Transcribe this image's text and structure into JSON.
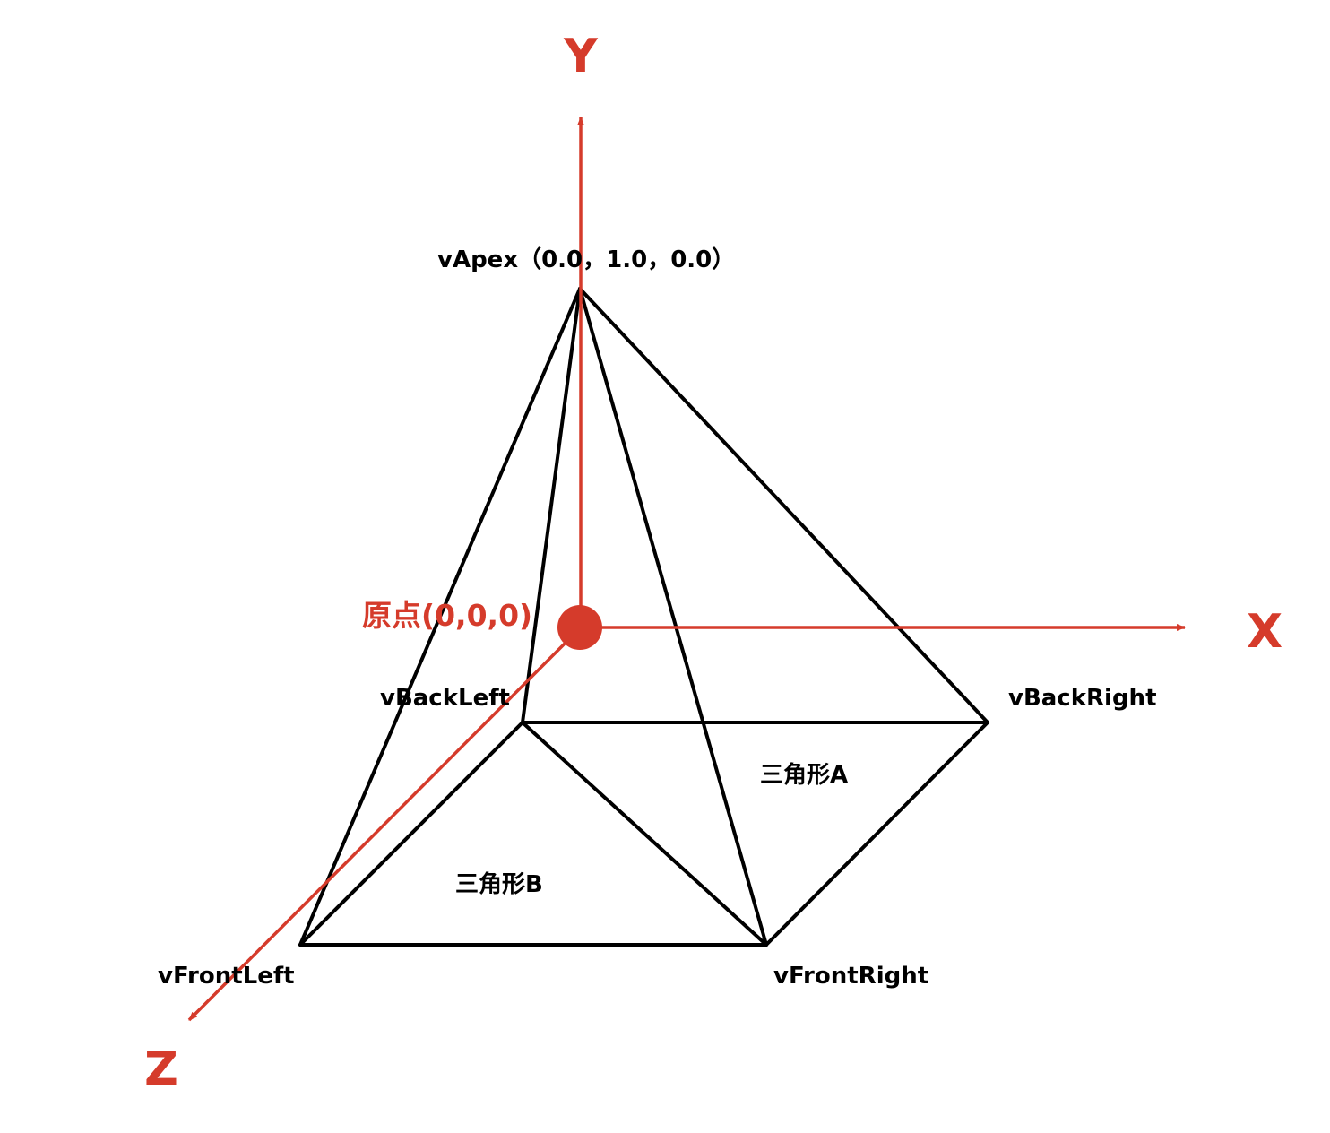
{
  "colors": {
    "axis": "#d53b2b",
    "edge": "#000000",
    "background": "#ffffff"
  },
  "axes": {
    "x": "X",
    "y": "Y",
    "z": "Z"
  },
  "origin": {
    "label": "原点(0,0,0)"
  },
  "vertices": {
    "apex": "vApex（0.0，1.0，0.0）",
    "back_left": "vBackLeft",
    "back_right": "vBackRight",
    "front_left": "vFrontLeft",
    "front_right": "vFrontRight"
  },
  "faces": {
    "a": "三角形A",
    "b": "三角形B"
  }
}
